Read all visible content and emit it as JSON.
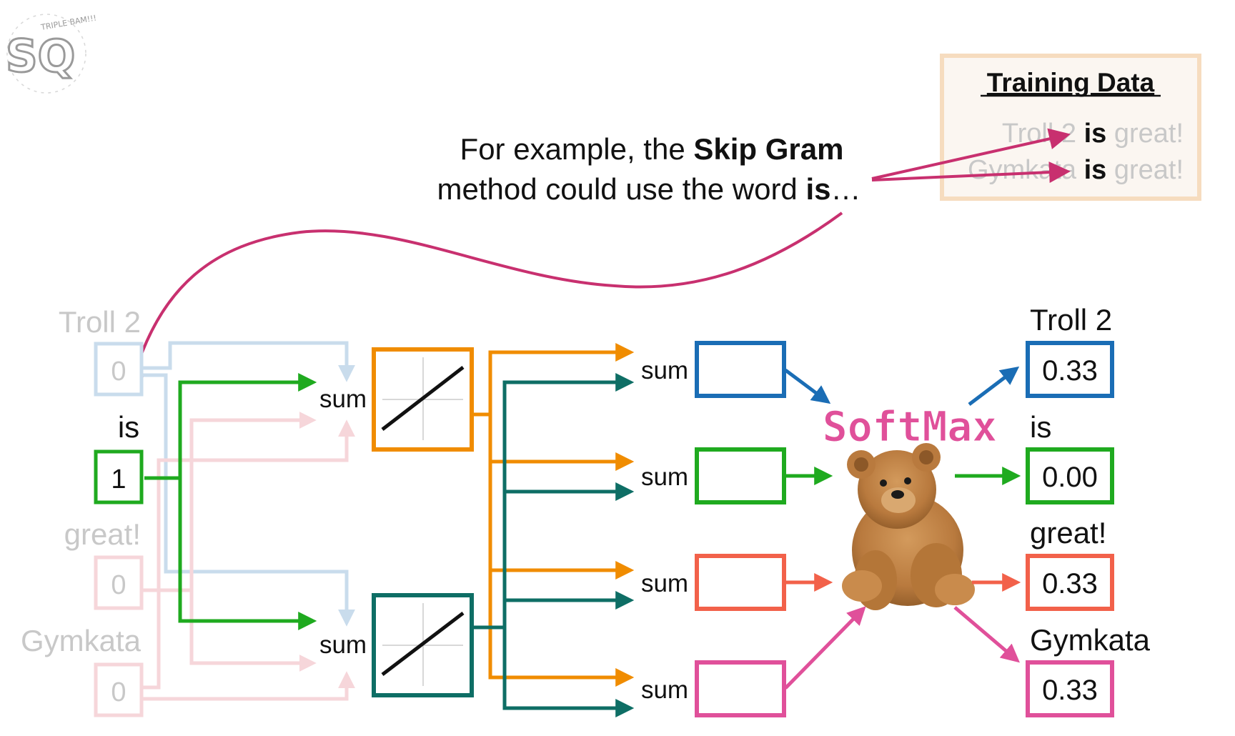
{
  "logo": {
    "letters": "SQ",
    "tag": "TRIPLE BAM!!!"
  },
  "caption": {
    "line1_pre": "For example, the ",
    "line1_bold": "Skip Gram",
    "line2_pre": "method could use the word ",
    "line2_bold": "is",
    "line2_post": "…"
  },
  "training_data": {
    "title": "Training Data",
    "rows": [
      {
        "left": "Troll 2",
        "mid": "is",
        "right": "great!"
      },
      {
        "left": "Gymkata",
        "mid": "is",
        "right": "great!"
      }
    ]
  },
  "inputs": [
    {
      "label": "Troll 2",
      "value": "0",
      "active": false
    },
    {
      "label": "is",
      "value": "1",
      "active": true
    },
    {
      "label": "great!",
      "value": "0",
      "active": false
    },
    {
      "label": "Gymkata",
      "value": "0",
      "active": false
    }
  ],
  "hidden_sums": [
    "sum",
    "sum"
  ],
  "output_sums": [
    "sum",
    "sum",
    "sum",
    "sum"
  ],
  "softmax_label": "SoftMax",
  "outputs": [
    {
      "label": "Troll 2",
      "value": "0.33"
    },
    {
      "label": "is",
      "value": "0.00"
    },
    {
      "label": "great!",
      "value": "0.33"
    },
    {
      "label": "Gymkata",
      "value": "0.33"
    }
  ],
  "colors": {
    "blue": "#1a6db5",
    "green": "#1faa1f",
    "orange": "#f08c00",
    "teal": "#0e6e65",
    "red": "#f2614a",
    "pink": "#e0509a",
    "magenta_arrow": "#c8306f",
    "faded_blue": "#c9dcec",
    "faded_pink": "#f6d6da",
    "faded_text": "#bdbdbd",
    "softmax": "#e0509a"
  }
}
